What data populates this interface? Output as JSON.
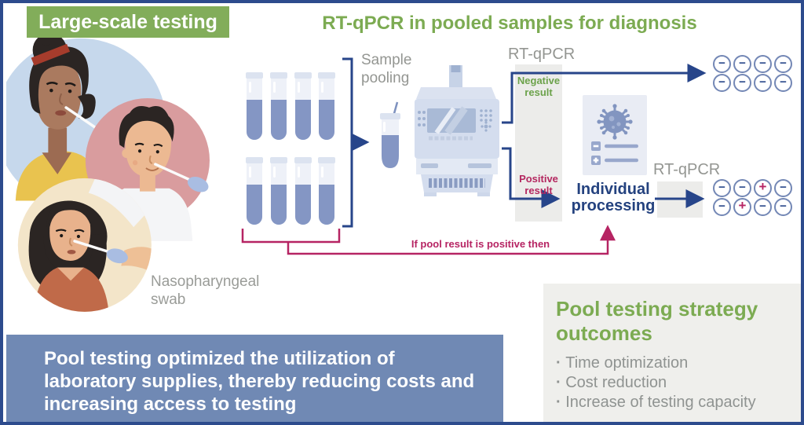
{
  "badge": {
    "label": "Large-scale testing"
  },
  "title": "RT-qPCR in pooled samples for diagnosis",
  "flow": {
    "sample_pooling_label": "Sample pooling",
    "rt_qpcr_label_top": "RT-qPCR",
    "rt_qpcr_label_bottom": "RT-qPCR",
    "negative_result_label": "Negative result",
    "positive_result_label": "Positive result",
    "individual_processing_label": "Individual processing",
    "pool_positive_condition": "If pool result is positive then",
    "nasopharyngeal_swab_label": "Nasopharyngeal swab",
    "tubes": {
      "rows": 2,
      "per_row": 4,
      "count": 8
    }
  },
  "results": {
    "negative_grid": {
      "rows": [
        [
          "−",
          "−",
          "−",
          "−"
        ],
        [
          "−",
          "−",
          "−",
          "−"
        ]
      ]
    },
    "individual_grid": {
      "rows": [
        [
          "−",
          "−",
          "+",
          "−"
        ],
        [
          "−",
          "+",
          "−",
          "−"
        ]
      ]
    }
  },
  "summary_box": {
    "text": "Pool testing optimized the utilization of laboratory supplies, thereby reducing costs and increasing access to testing"
  },
  "outcomes": {
    "heading": "Pool testing strategy outcomes",
    "items": [
      "Time optimization",
      "Cost reduction",
      "Increase of testing capacity"
    ]
  },
  "icons": {
    "test-tube-icon": "css-shape",
    "pooled-tube-icon": "svg-shape",
    "pcr-machine-icon": "svg-shape",
    "virus-report-icon": "svg-shape",
    "minus-result-icon": "−",
    "plus-result-icon": "+",
    "swab-people-illustration": "svg-shape"
  },
  "colors": {
    "accent_green": "#7cab52",
    "badge_green": "#82ad5a",
    "navy_blue": "#27458a",
    "magenta": "#b62463",
    "summary_box_blue": "#7089b4",
    "label_gray": "#949692",
    "panel_gray": "#efefec",
    "tube_liquid_blue": "#8496c4",
    "result_circle_outline": "#7387b5",
    "border_blue": "#2d4b8d"
  }
}
